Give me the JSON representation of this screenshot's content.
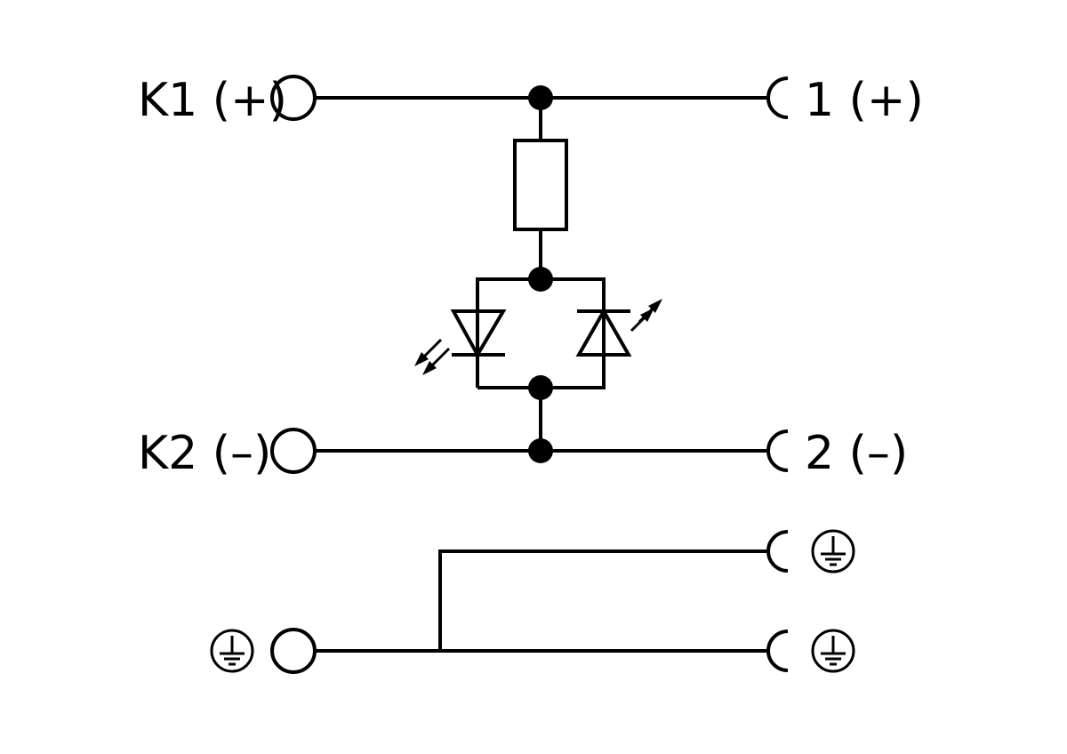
{
  "terminals": {
    "k1_label": "K1 (+)",
    "k2_label": "K2 (–)",
    "out1_label": "1 (+)",
    "out2_label": "2 (–)"
  },
  "components": {
    "resistor": "resistor-icon",
    "led_pair": "antiparallel-led-icon",
    "ground": "protective-earth-icon"
  },
  "colors": {
    "line": "#000000",
    "background": "#ffffff"
  }
}
